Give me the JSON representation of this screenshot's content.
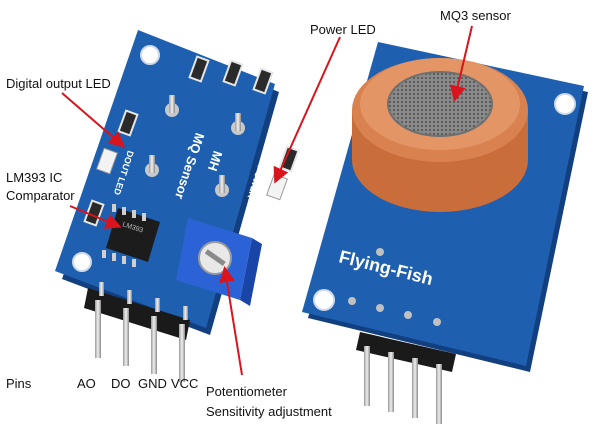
{
  "labels": {
    "digital_output_led": "Digital output LED",
    "lm393_line1": "LM393 IC",
    "lm393_line2": "Comparator",
    "power_led": "Power LED",
    "mq3_sensor": "MQ3 sensor",
    "pins": "Pins",
    "ao": "AO",
    "do": "DO",
    "gnd": "GND",
    "vcc": "VCC",
    "potentiometer_line1": "Potentiometer",
    "potentiometer_line2": "Sensitivity adjustment"
  },
  "board_text": {
    "mq_sensor": "MQ Sensor",
    "mh": "MH",
    "dout_led": "DOUT LED",
    "power": "POWER",
    "flying_fish": "Flying-Fish",
    "chip_marking": "LM393"
  },
  "colors": {
    "pcb_blue": "#1f5fb0",
    "pcb_dark": "#123f80",
    "sensor_orange": "#d9824f",
    "pot_blue": "#2b63d6",
    "arrow_red": "#d9141c",
    "pin_metal": "#c8c8c8"
  }
}
